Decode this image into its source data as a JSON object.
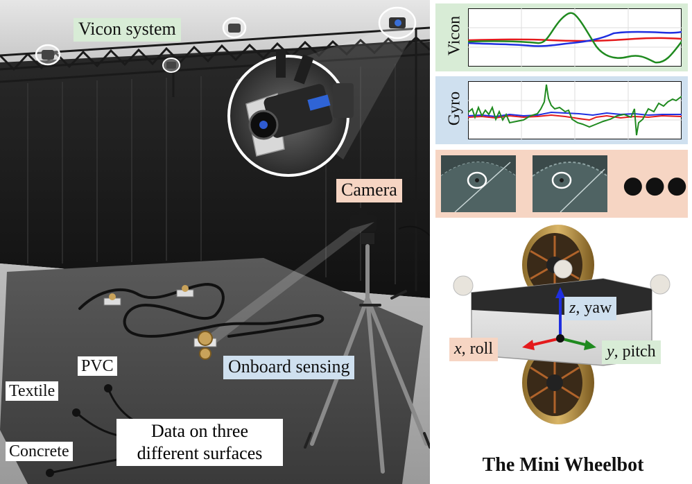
{
  "labels": {
    "vicon_system": "Vicon system",
    "camera": "Camera",
    "onboard_sensing": "Onboard sensing",
    "pvc": "PVC",
    "textile": "Textile",
    "concrete": "Concrete",
    "surfaces_line1": "Data on three",
    "surfaces_line2": "different surfaces"
  },
  "panels": {
    "vicon": "Vicon",
    "gyro": "Gyro"
  },
  "ellipsis": "●●●",
  "axes": {
    "z": "z",
    "z_name": ", yaw",
    "x": "x",
    "x_name": ", roll",
    "y": "y",
    "y_name": ", pitch"
  },
  "title": "The Mini Wheelbot",
  "colors": {
    "green_label": "#d8ecd6",
    "orange_label": "#f6d5c3",
    "blue_label": "#cfe0ef",
    "series_red": "#e41a1c",
    "series_blue": "#1f2fe0",
    "series_green": "#1f8a1f"
  }
}
